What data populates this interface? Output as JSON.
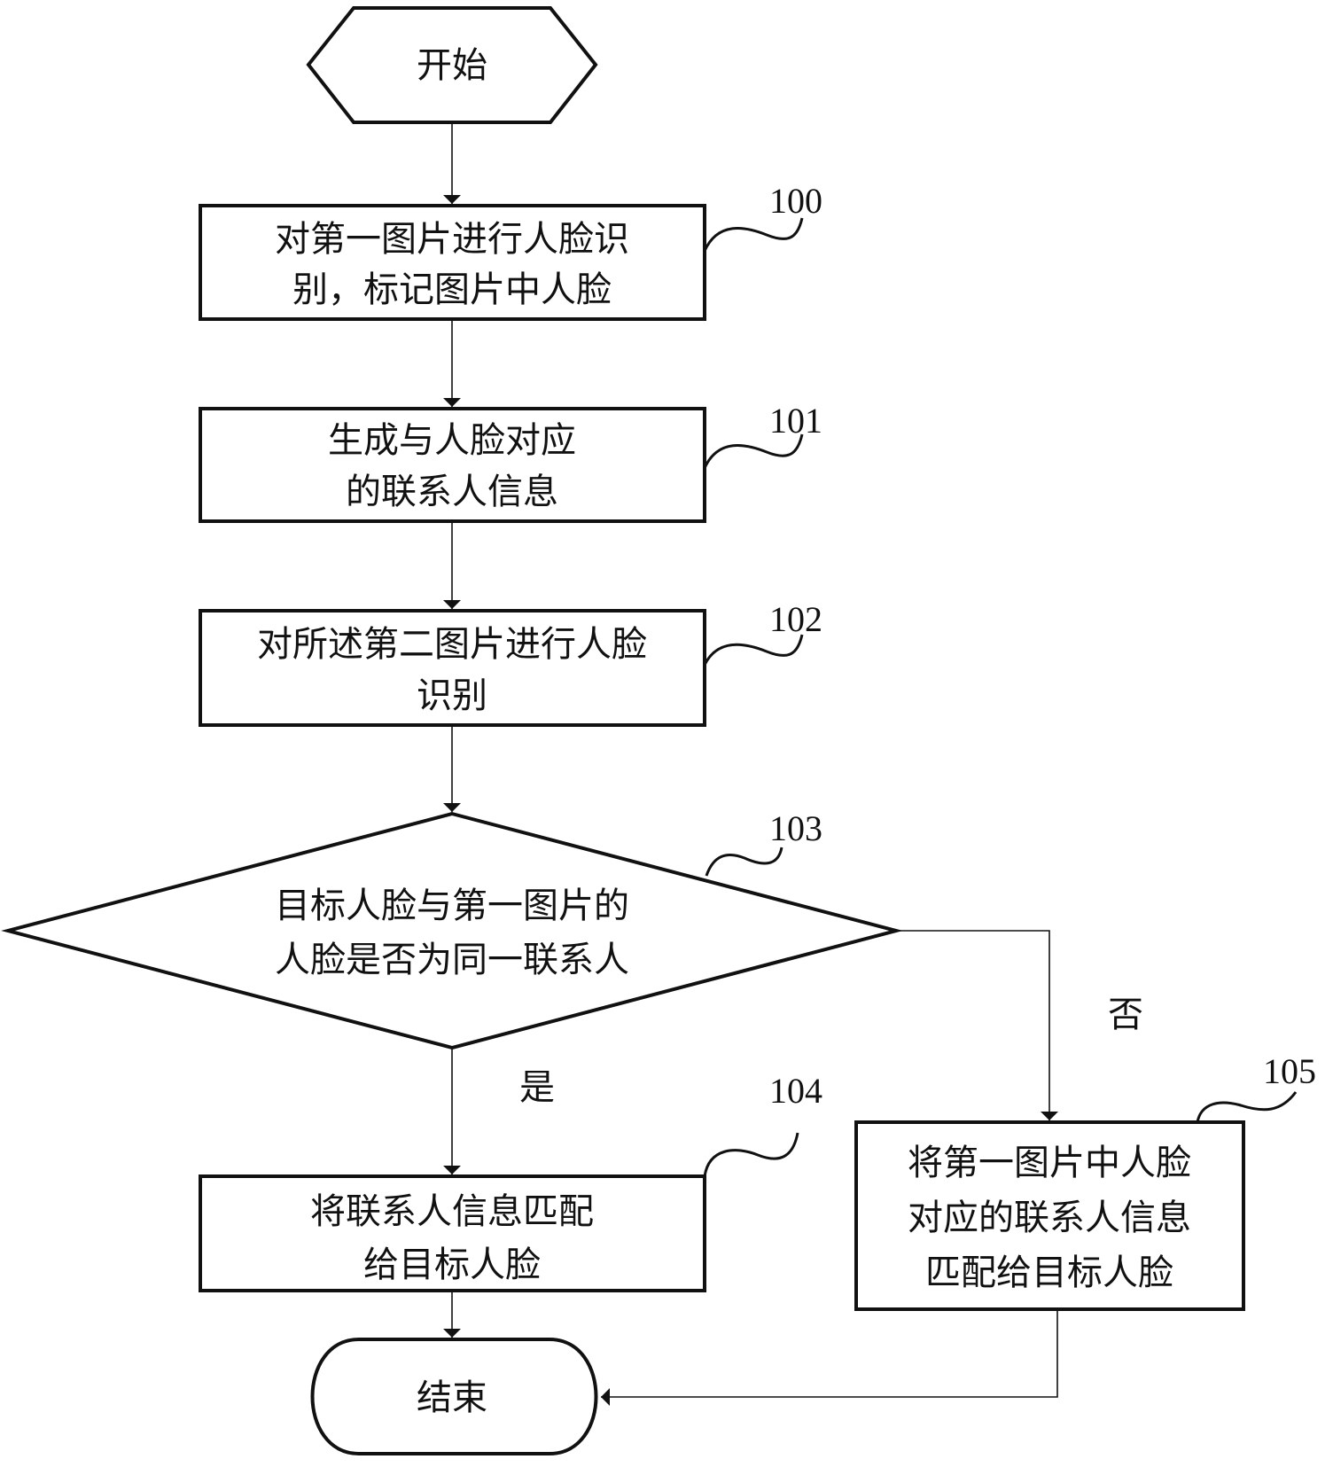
{
  "diagram": {
    "type": "flowchart",
    "colors": {
      "stroke": "#111111",
      "background": "#ffffff"
    },
    "nodes": [
      {
        "id": "start",
        "kind": "terminator-start",
        "lines": [
          "开始"
        ]
      },
      {
        "id": "s100",
        "kind": "process",
        "ref": "100",
        "lines": [
          "对第一图片进行人脸识",
          "别，标记图片中人脸"
        ]
      },
      {
        "id": "s101",
        "kind": "process",
        "ref": "101",
        "lines": [
          "生成与人脸对应",
          "的联系人信息"
        ]
      },
      {
        "id": "s102",
        "kind": "process",
        "ref": "102",
        "lines": [
          "对所述第二图片进行人脸",
          "识别"
        ]
      },
      {
        "id": "s103",
        "kind": "decision",
        "ref": "103",
        "lines": [
          "目标人脸与第一图片的",
          "人脸是否为同一联系人"
        ]
      },
      {
        "id": "s104",
        "kind": "process",
        "ref": "104",
        "lines": [
          "将联系人信息匹配",
          "给目标人脸"
        ]
      },
      {
        "id": "s105",
        "kind": "process",
        "ref": "105",
        "lines": [
          "将第一图片中人脸",
          "对应的联系人信息",
          "匹配给目标人脸"
        ]
      },
      {
        "id": "end",
        "kind": "terminator-end",
        "lines": [
          "结束"
        ]
      }
    ],
    "edges": [
      {
        "from": "start",
        "to": "s100",
        "label": ""
      },
      {
        "from": "s100",
        "to": "s101",
        "label": ""
      },
      {
        "from": "s101",
        "to": "s102",
        "label": ""
      },
      {
        "from": "s102",
        "to": "s103",
        "label": ""
      },
      {
        "from": "s103",
        "to": "s104",
        "label": "是"
      },
      {
        "from": "s103",
        "to": "s105",
        "label": "否"
      },
      {
        "from": "s104",
        "to": "end",
        "label": ""
      },
      {
        "from": "s105",
        "to": "end",
        "label": ""
      }
    ]
  }
}
